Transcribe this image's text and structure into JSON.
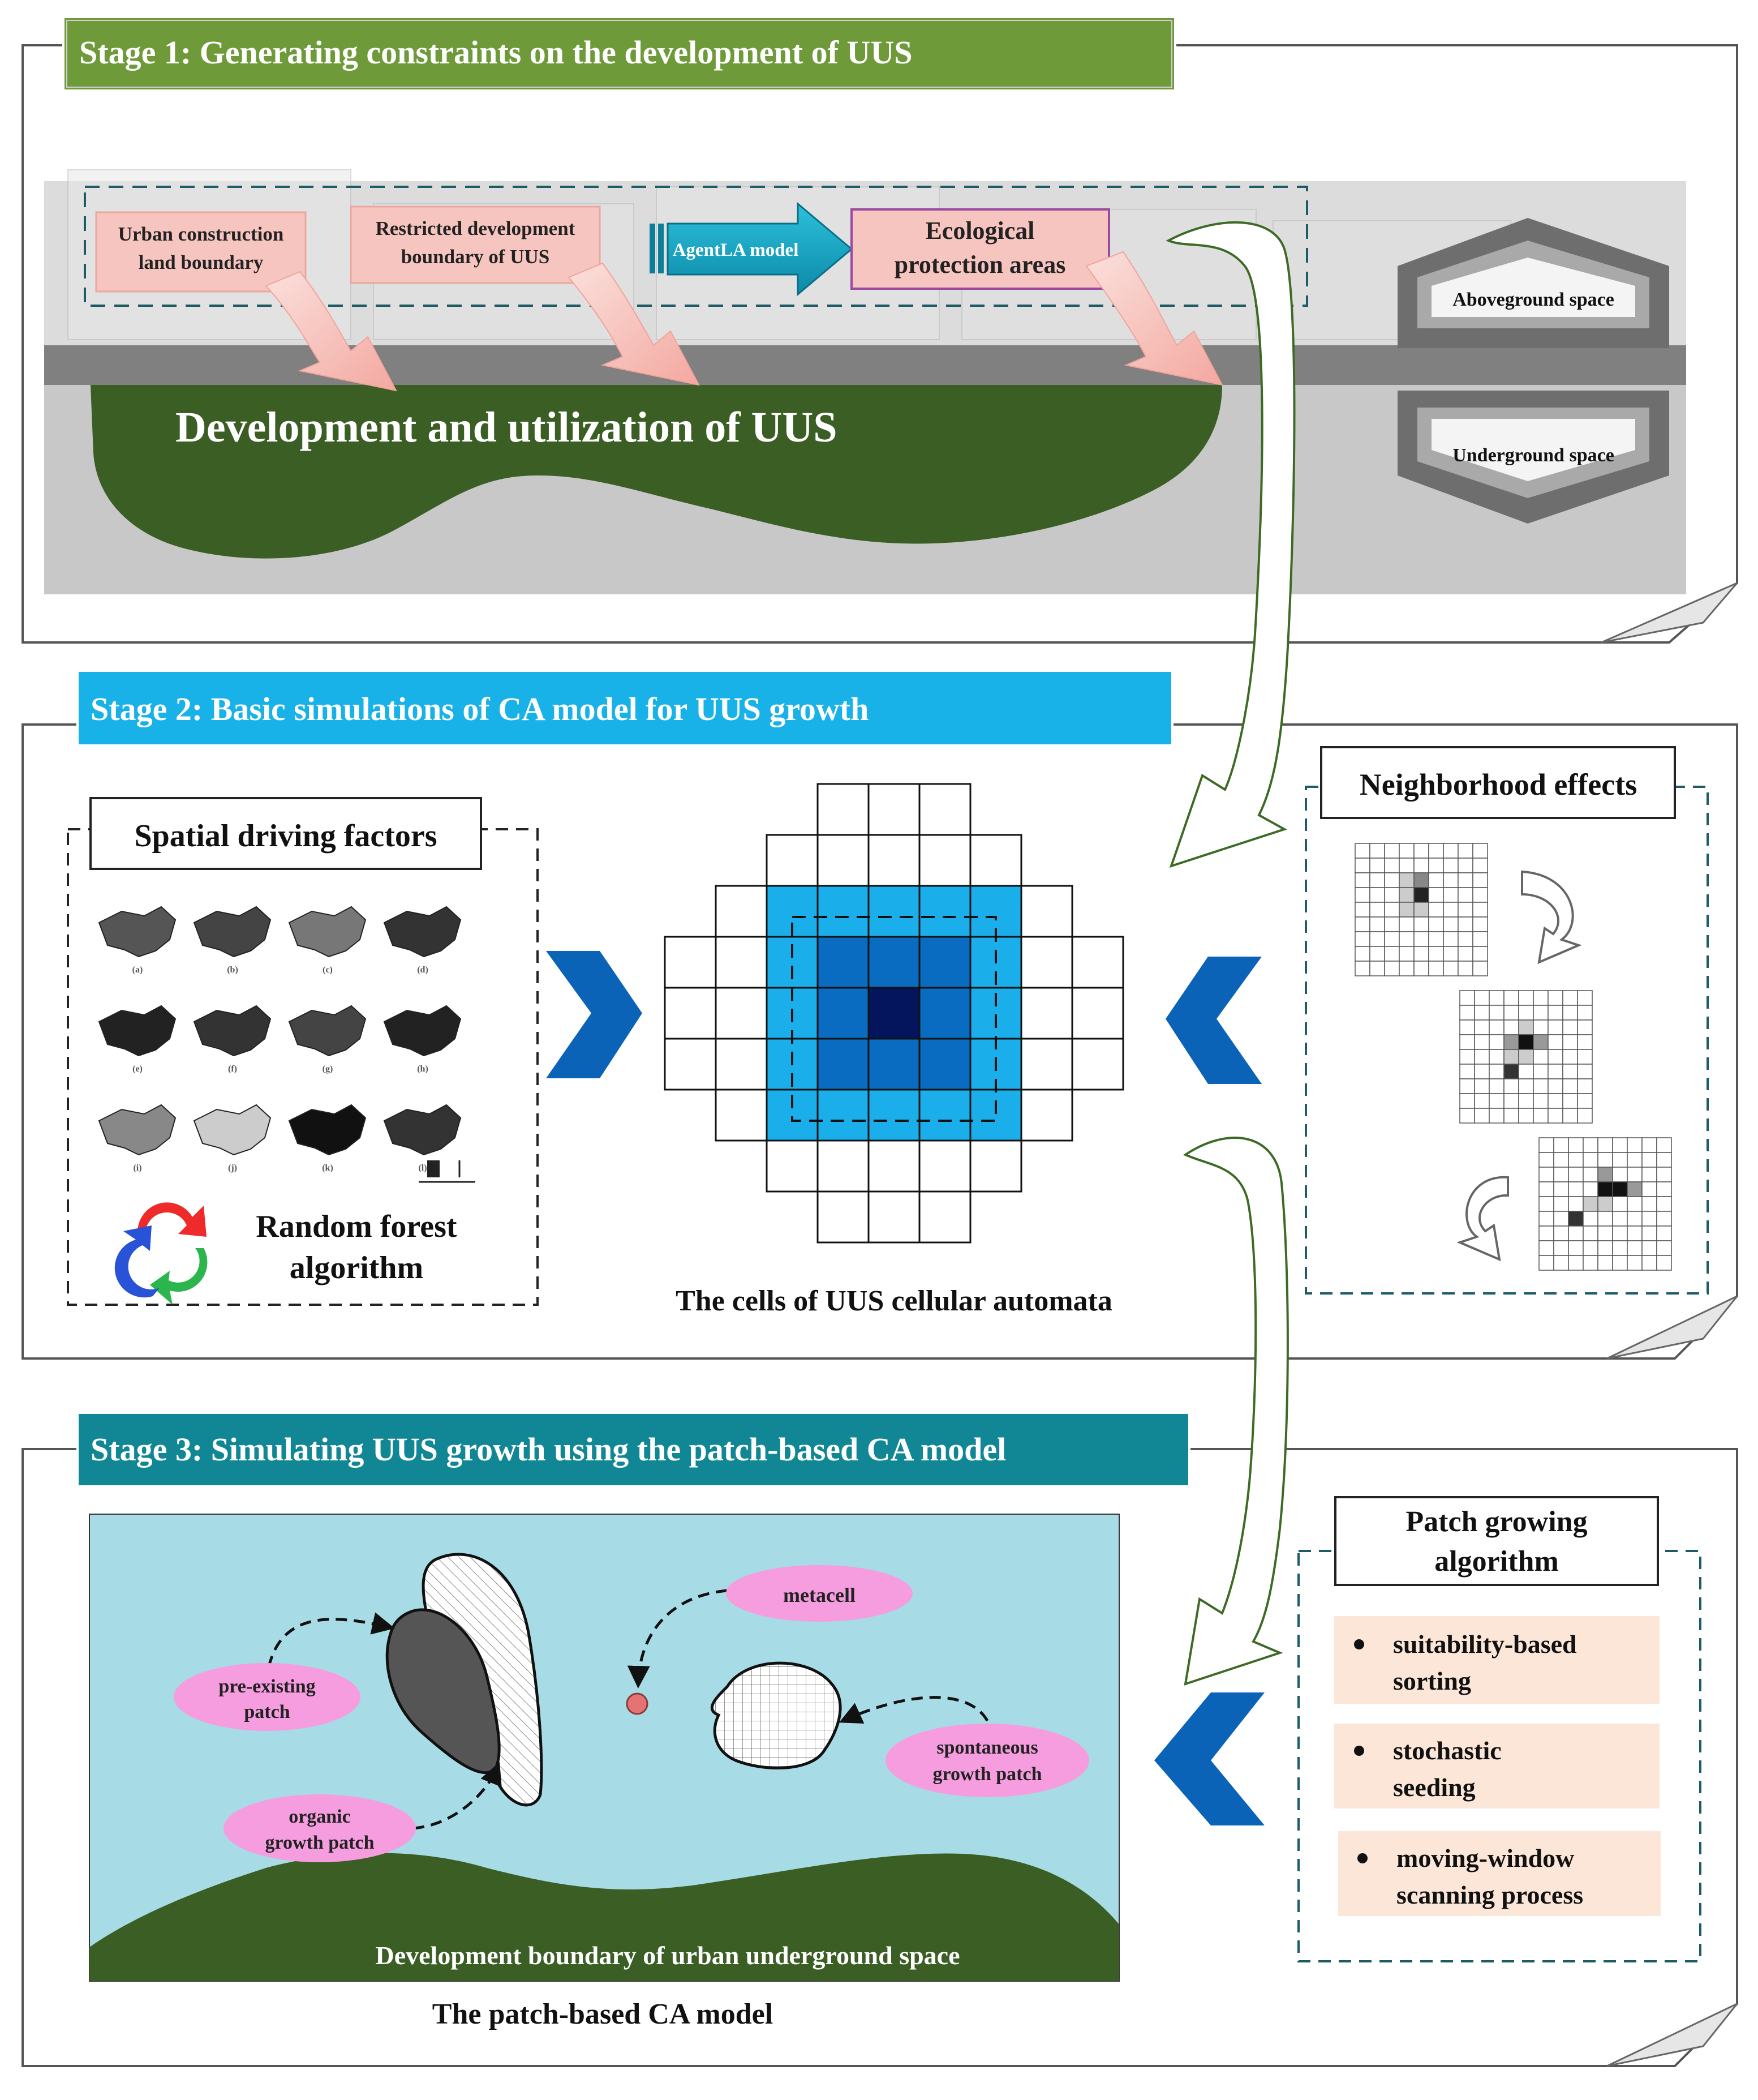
{
  "stage1": {
    "title": "Stage 1: Generating constraints on the development of UUS",
    "urban_boundary": [
      "Urban construction",
      "land boundary"
    ],
    "restricted_boundary": [
      "Restricted development",
      "boundary of UUS"
    ],
    "agentla": "AgentLA model",
    "eco": [
      "Ecological",
      "protection areas"
    ],
    "development": "Development and utilization of UUS",
    "aboveground": "Aboveground space",
    "underground": "Underground space",
    "colors": {
      "header": "#6e9a3a",
      "pink": "#f7c5c0",
      "teal": "#1ba3c4",
      "dark_green": "#3a5e23"
    }
  },
  "stage2": {
    "title": "Stage 2: Basic simulations of CA model for UUS growth",
    "spatial_title": "Spatial driving factors",
    "panel_labels": [
      "(a)",
      "(b)",
      "(c)",
      "(d)",
      "(e)",
      "(f)",
      "(g)",
      "(h)",
      "(i)",
      "(j)",
      "(k)",
      "(l)"
    ],
    "random_forest": [
      "Random forest",
      "algorithm"
    ],
    "cells_caption": "The cells of UUS cellular automata",
    "neighborhood_title": "Neighborhood effects",
    "colors": {
      "header": "#18b2e8",
      "light_blue": "#1aaeea",
      "mid_blue": "#0a6cc0",
      "dark_blue": "#04155e",
      "arrow_blue": "#0b63b7"
    }
  },
  "stage3": {
    "title": "Stage 3: Simulating UUS growth using the patch-based CA model",
    "metacell": "metacell",
    "pre_existing": [
      "pre-existing",
      "patch"
    ],
    "organic": [
      "organic",
      "growth patch"
    ],
    "spontaneous": [
      "spontaneous",
      "growth patch"
    ],
    "boundary_label": "Development boundary of urban underground space",
    "caption": "The patch-based CA model",
    "patch_title": [
      "Patch growing",
      "algorithm"
    ],
    "items": [
      [
        "suitability-based",
        "sorting"
      ],
      [
        "stochastic",
        "seeding"
      ],
      [
        "moving-window",
        "scanning process"
      ]
    ],
    "colors": {
      "header": "#118795",
      "sky": "#a7dce6",
      "pink": "#f59ddf",
      "peach": "#fbe6d8",
      "ground": "#3a5e23"
    }
  }
}
